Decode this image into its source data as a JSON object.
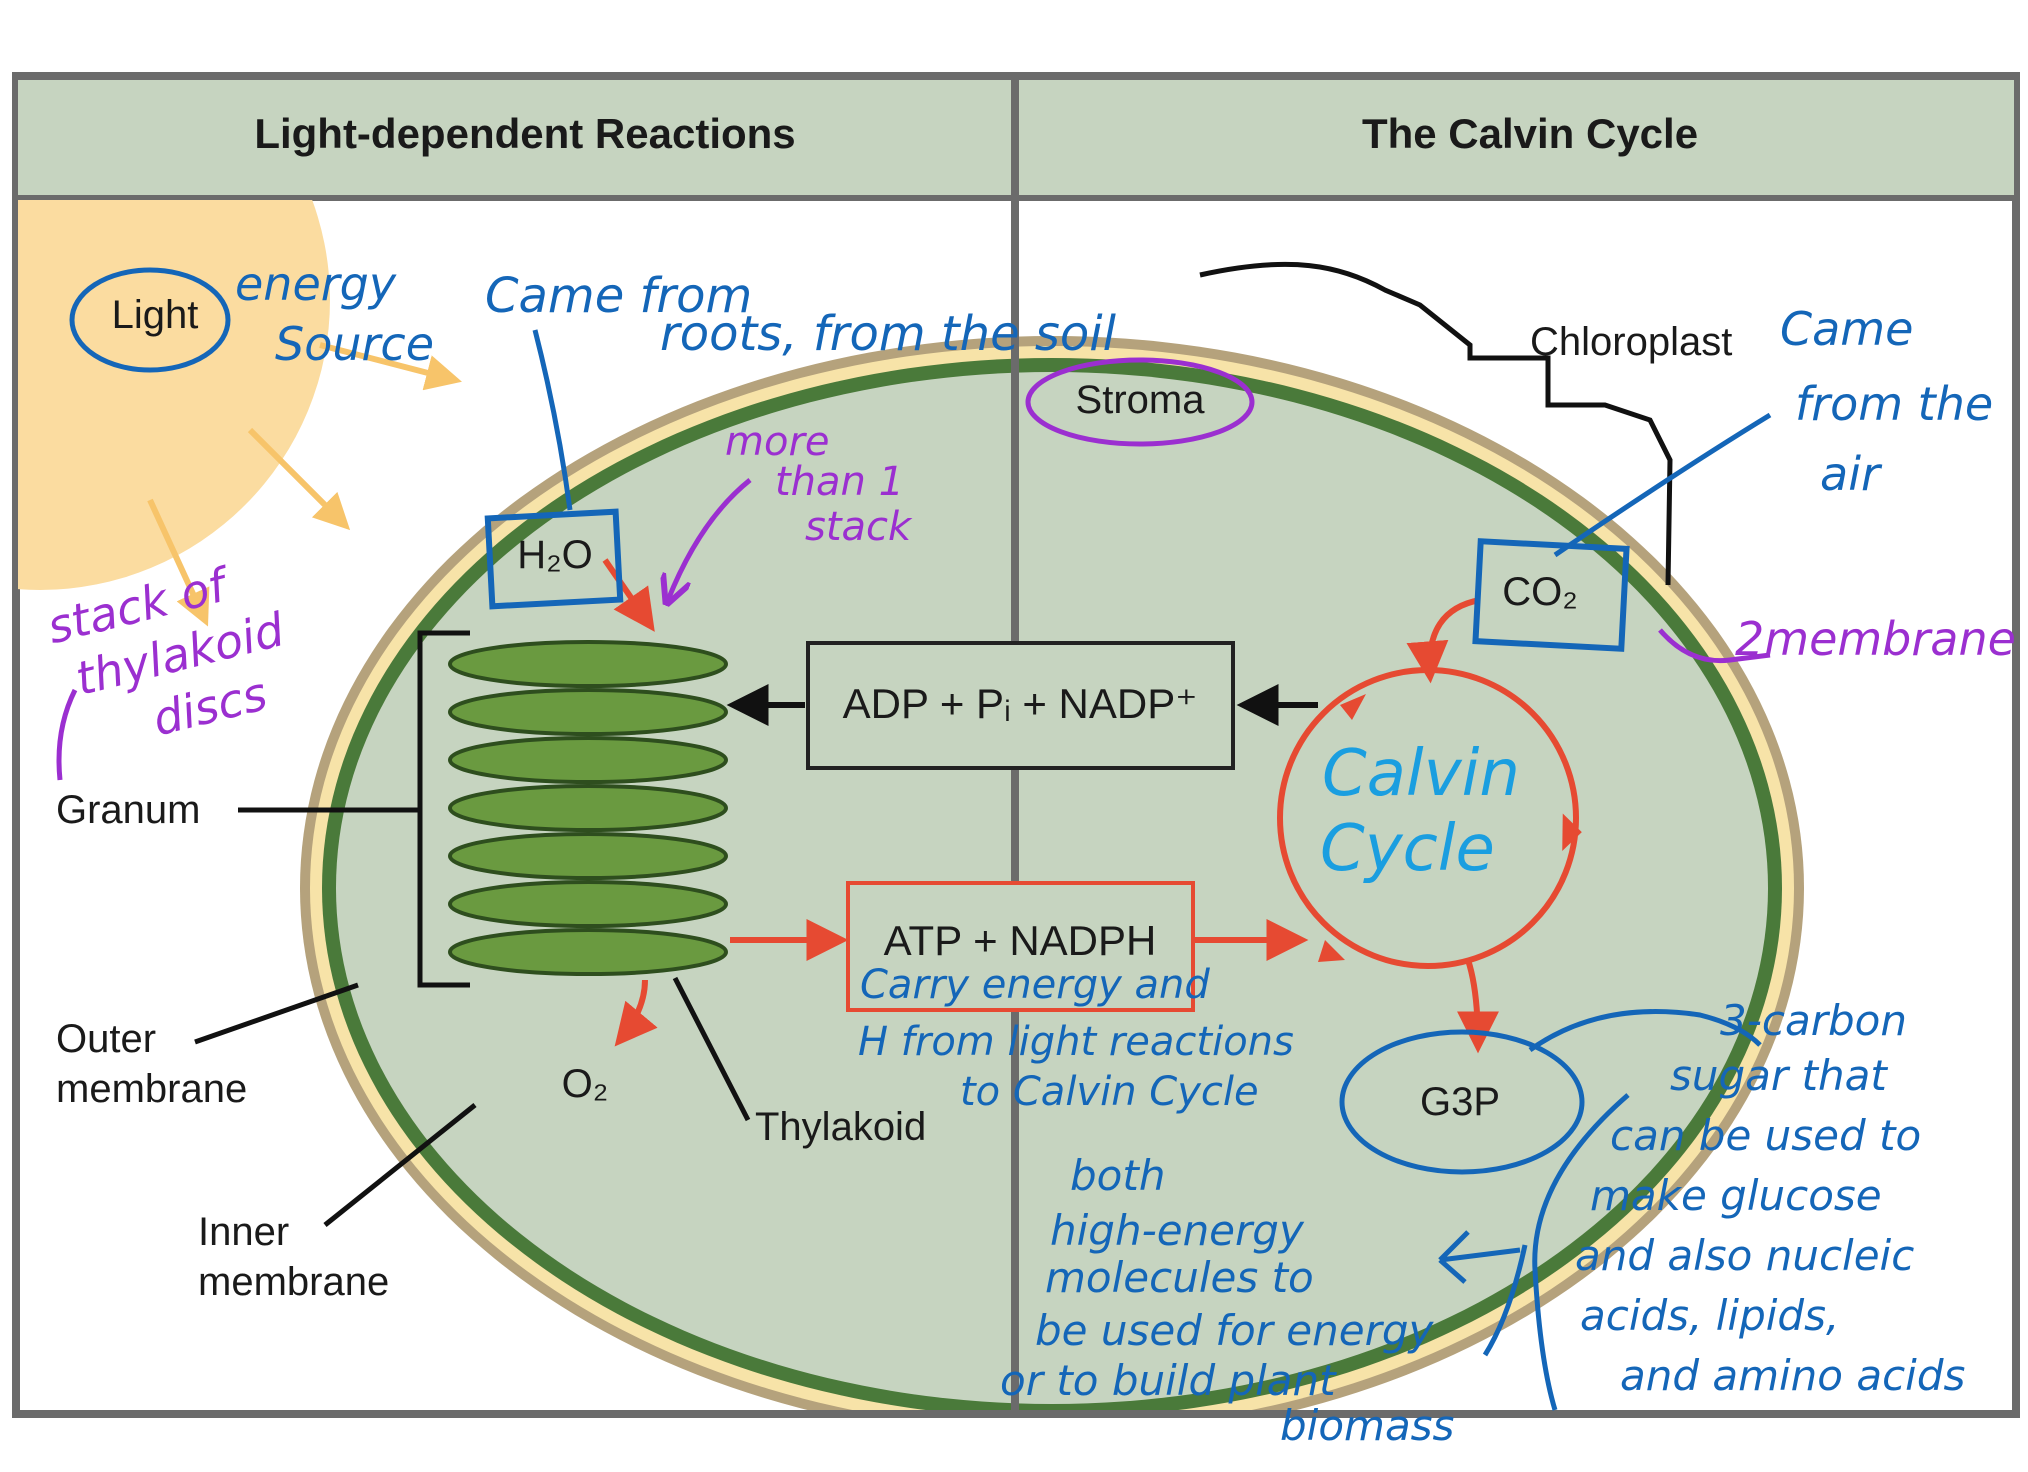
{
  "headers": {
    "left": "Light-dependent Reactions",
    "right": "The Calvin Cycle"
  },
  "labels": {
    "light": "Light",
    "h2o": "H₂O",
    "co2": "CO₂",
    "adp": "ADP + Pᵢ + NADP⁺",
    "atp": "ATP + NADPH",
    "o2": "O₂",
    "g3p": "G3P",
    "stroma": "Stroma",
    "chloroplast": "Chloroplast",
    "granum": "Granum",
    "thylakoid": "Thylakoid",
    "outer_membrane": [
      "Outer",
      "membrane"
    ],
    "inner_membrane": [
      "Inner",
      "membrane"
    ]
  },
  "annotations": {
    "energy_source": [
      "energy",
      "Source"
    ],
    "h2o_origin": [
      "Came from",
      "roots, from the soil"
    ],
    "more_than_stack": [
      "more",
      "than 1",
      "stack"
    ],
    "granum_note": [
      "stack of",
      "thylakoid",
      "discs"
    ],
    "co2_origin": [
      "Came",
      "from the",
      "air"
    ],
    "two_membranes": "2membrane",
    "calvin_cycle": [
      "Calvin",
      "Cycle"
    ],
    "atp_note": [
      "Carry energy and",
      "H from light reactions",
      "to Calvin Cycle"
    ],
    "both_molecules": [
      "both",
      "high-energy",
      "molecules to",
      "be used for energy",
      "or to build plant",
      "biomass"
    ],
    "g3p_note": [
      "3-carbon",
      "sugar that",
      "can be used to",
      "make glucose",
      "and also nucleic",
      "acids, lipids,",
      "and amino acids"
    ]
  },
  "colors": {
    "header_bg": "#c6d4c0",
    "stroma_fill": "#c6d4c0",
    "border": "#6b6b6b",
    "outer_membrane": "#b5a27c",
    "membrane_cream": "#f7e3a8",
    "inner_membrane": "#4a7a3a",
    "thylakoid": "#6a9a40",
    "sun": "#fbdca0",
    "red_arrow": "#e64a32",
    "blue_ink": "#1466b8",
    "purple_ink": "#9b2fd0",
    "cyan_ink": "#1a9ee0"
  }
}
